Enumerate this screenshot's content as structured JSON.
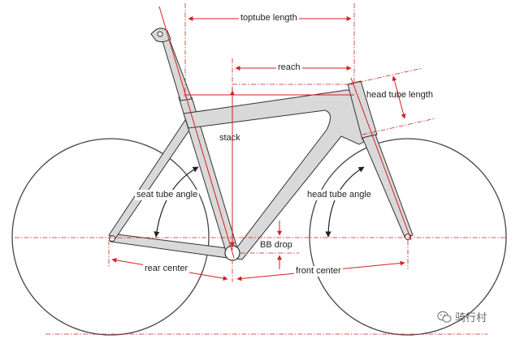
{
  "labels": {
    "toptube_length": "toptube length",
    "reach": "reach",
    "head_tube_length": "head tube length",
    "stack": "stack",
    "seat_tube_angle": "seat tube angle",
    "head_tube_angle": "head tube angle",
    "bb_drop": "BB drop",
    "rear_center": "rear center",
    "front_center": "front center"
  },
  "watermark": {
    "text": "骑行村",
    "icon": "wechat-icon"
  },
  "colors": {
    "dimension": "#d42020",
    "frame_fill": "#d9d9d9",
    "frame_stroke": "#333333",
    "wheel_stroke": "#444444"
  }
}
